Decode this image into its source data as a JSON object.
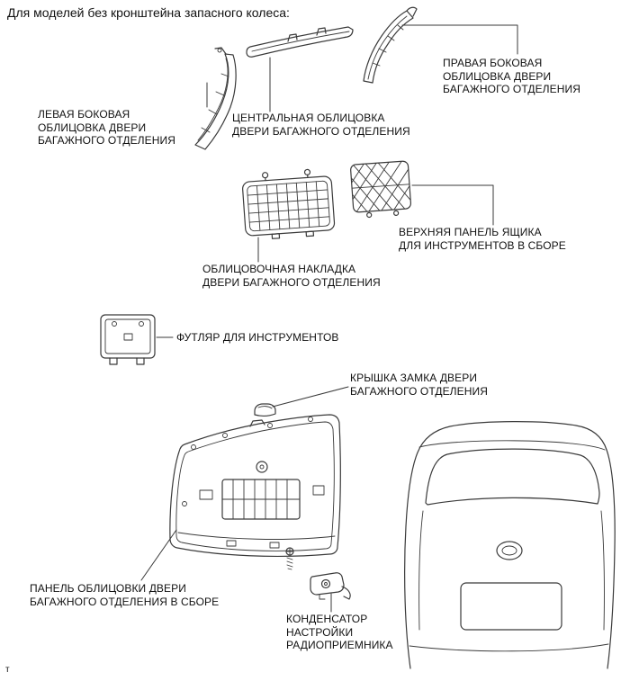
{
  "page": {
    "title": "Для моделей без кронштейна запасного колеса:",
    "footer_mark": "т"
  },
  "parts": {
    "left_side_trim": {
      "label": "ЛЕВАЯ БОКОВАЯ\nОБЛИЦОВКА ДВЕРИ\nБАГАЖНОГО ОТДЕЛЕНИЯ"
    },
    "center_trim": {
      "label": "ЦЕНТРАЛЬНАЯ ОБЛИЦОВКА\nДВЕРИ БАГАЖНОГО ОТДЕЛЕНИЯ"
    },
    "right_side_trim": {
      "label": "ПРАВАЯ БОКОВАЯ\nОБЛИЦОВКА ДВЕРИ\nБАГАЖНОГО ОТДЕЛЕНИЯ"
    },
    "toolbox_upper_panel": {
      "label": "ВЕРХНЯЯ ПАНЕЛЬ ЯЩИКА\nДЛЯ ИНСТРУМЕНТОВ В СБОРЕ"
    },
    "trim_plate": {
      "label": "ОБЛИЦОВОЧНАЯ НАКЛАДКА\nДВЕРИ БАГАЖНОГО ОТДЕЛЕНИЯ"
    },
    "tool_case": {
      "label": "ФУТЛЯР ДЛЯ ИНСТРУМЕНТОВ"
    },
    "lock_cover": {
      "label": "КРЫШКА ЗАМКА ДВЕРИ\nБАГАЖНОГО ОТДЕЛЕНИЯ"
    },
    "door_trim_panel": {
      "label": "ПАНЕЛЬ ОБЛИЦОВКИ ДВЕРИ\nБАГАЖНОГО ОТДЕЛЕНИЯ В СБОРЕ"
    },
    "radio_condenser": {
      "label": "КОНДЕНСАТОР\nНАСТРОЙКИ\nРАДИОПРИЕМНИКА"
    }
  },
  "colors": {
    "line": "#3a3a3a",
    "text": "#111111",
    "background": "#ffffff"
  }
}
